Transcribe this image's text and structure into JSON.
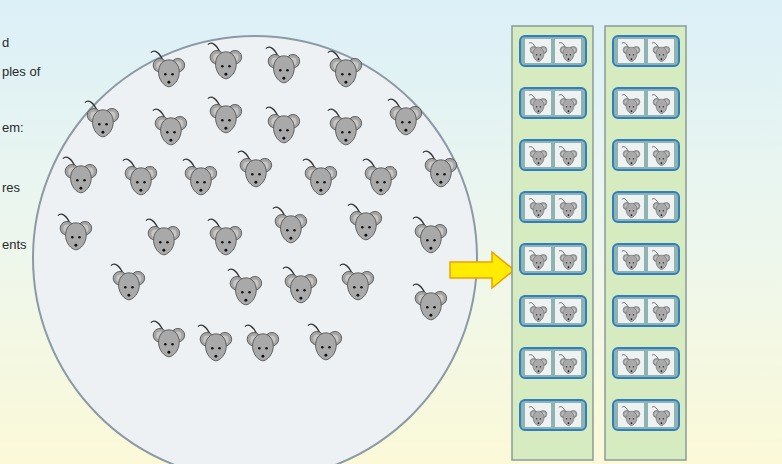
{
  "diagram": {
    "labels": [
      "d",
      "ples of",
      "em:",
      "res",
      "ents"
    ]
  }
}
